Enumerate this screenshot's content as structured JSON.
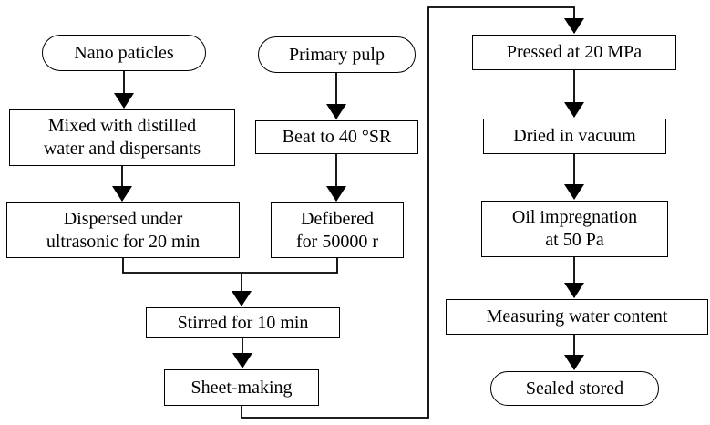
{
  "diagram": {
    "colors": {
      "line": "#000000",
      "background": "#ffffff",
      "text": "#000000"
    },
    "nodes": {
      "nano_particles": {
        "label": "Nano paticles",
        "shape": "stadium"
      },
      "mixed": {
        "label": [
          "Mixed with distilled",
          "water and dispersants"
        ],
        "shape": "rect"
      },
      "dispersed": {
        "label": [
          "Dispersed under",
          "ultrasonic for 20 min"
        ],
        "shape": "rect"
      },
      "primary_pulp": {
        "label": "Primary pulp",
        "shape": "stadium"
      },
      "beat": {
        "label": "Beat to 40 °SR",
        "shape": "rect"
      },
      "defibered": {
        "label": [
          "Defibered",
          "for 50000 r"
        ],
        "shape": "rect"
      },
      "stirred": {
        "label": "Stirred for 10 min",
        "shape": "rect"
      },
      "sheet_making": {
        "label": "Sheet-making",
        "shape": "rect"
      },
      "pressed": {
        "label": "Pressed at 20 MPa",
        "shape": "rect"
      },
      "dried": {
        "label": "Dried in vacuum",
        "shape": "rect"
      },
      "oil_impregnation": {
        "label": [
          "Oil impregnation",
          "at 50 Pa"
        ],
        "shape": "rect"
      },
      "measuring": {
        "label": "Measuring water content",
        "shape": "rect"
      },
      "sealed": {
        "label": "Sealed stored",
        "shape": "stadium"
      }
    },
    "edges": [
      {
        "from": "nano_particles",
        "to": "mixed"
      },
      {
        "from": "mixed",
        "to": "dispersed"
      },
      {
        "from": "primary_pulp",
        "to": "beat"
      },
      {
        "from": "beat",
        "to": "defibered"
      },
      {
        "from": "dispersed",
        "to": "stirred"
      },
      {
        "from": "defibered",
        "to": "stirred"
      },
      {
        "from": "stirred",
        "to": "sheet_making"
      },
      {
        "from": "sheet_making",
        "to": "pressed"
      },
      {
        "from": "pressed",
        "to": "dried"
      },
      {
        "from": "dried",
        "to": "oil_impregnation"
      },
      {
        "from": "oil_impregnation",
        "to": "measuring"
      },
      {
        "from": "measuring",
        "to": "sealed"
      }
    ]
  }
}
